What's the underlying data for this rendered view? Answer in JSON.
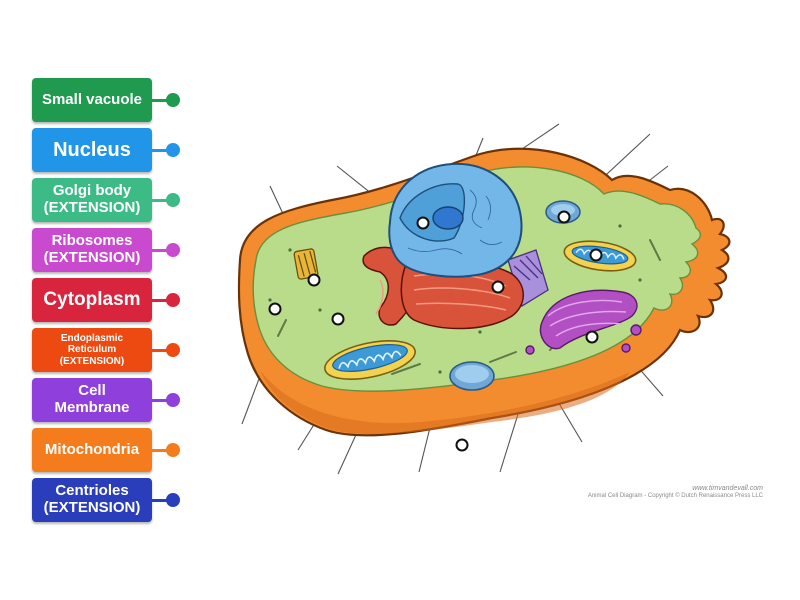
{
  "labels": [
    {
      "text": "Small vacuole",
      "color": "#1f9a4f",
      "size": 15
    },
    {
      "text": "Nucleus",
      "color": "#2196e8",
      "size": 20
    },
    {
      "text": "Golgi body\n(EXTENSION)",
      "color": "#3dbb86",
      "size": 15
    },
    {
      "text": "Ribosomes\n(EXTENSION)",
      "color": "#c949cf",
      "size": 15
    },
    {
      "text": "Cytoplasm",
      "color": "#d9243e",
      "size": 19
    },
    {
      "text": "Endoplasmic\nReticulum\n(EXTENSION)",
      "color": "#ed4a12",
      "size": 10
    },
    {
      "text": "Cell\nMembrane",
      "color": "#8f3fdc",
      "size": 15
    },
    {
      "text": "Mitochondria",
      "color": "#f47c1c",
      "size": 15
    },
    {
      "text": "Centrioles\n(EXTENSION)",
      "color": "#2a3dba",
      "size": 15
    }
  ],
  "credit": {
    "site": "www.timvandevall.com",
    "line": "Animal Cell Diagram - Copyright © Dutch Renaissance Press LLC"
  },
  "colors": {
    "membrane": "#f38c2f",
    "cytoplasm": "#b9dc8b",
    "nucleus": "#73b7e8",
    "nucleolus": "#2f77cf",
    "rough_er": "#d9533a",
    "golgi": "#b24fc3",
    "mitochondria_outer": "#f2d24e",
    "mitochondria_inner": "#3c9bd6",
    "centriole": "#a890dc"
  }
}
